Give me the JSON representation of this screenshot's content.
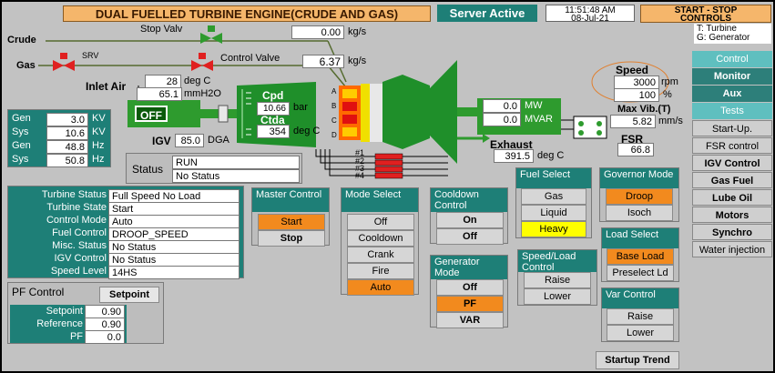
{
  "header": {
    "title": "DUAL FUELLED TURBINE ENGINE(CRUDE AND GAS)",
    "status": "Server Active",
    "time": "11:51:48 AM",
    "date": "08-Jul-21",
    "mode": "START - STOP CONTROLS",
    "legend_t": "T: Turbine",
    "legend_g": "G: Generator"
  },
  "diagram": {
    "crude_label": "Crude",
    "gas_label": "Gas",
    "stop_valve_label": "Stop Valv",
    "stop_valve_value": "0.00",
    "stop_valve_unit": "kg/s",
    "srv_label": "SRV",
    "control_valve_label": "Control Valve",
    "control_valve_value": "6.37",
    "control_valve_unit": "kg/s",
    "inlet_air_label": "Inlet Air",
    "inlet_temp_value": "28",
    "inlet_temp_unit": "deg C",
    "inlet_press_value": "65.1",
    "inlet_press_unit": "mmH2O",
    "cpd_label": "Cpd",
    "cpd_value": "10.66",
    "cpd_unit": "bar",
    "ctda_label": "Ctda",
    "ctda_value": "354",
    "ctda_unit": "deg C",
    "combustor_a": "A",
    "combustor_b": "B",
    "combustor_c": "C",
    "combustor_d": "D",
    "off_button": "OFF",
    "igv_label": "IGV",
    "igv_value": "85.0",
    "igv_unit": "DGA",
    "mw_value": "0.0",
    "mw_unit": "MW",
    "mvar_value": "0.0",
    "mvar_unit": "MVAR",
    "exhaust_label": "Exhaust",
    "exhaust_value": "391.5",
    "exhaust_unit": "deg C",
    "burner_1": "#1",
    "burner_2": "#2",
    "burner_3": "#3",
    "burner_4": "#4",
    "speed_label": "Speed",
    "speed_value": "3000",
    "speed_unit": "rpm",
    "speed_pct": "100",
    "speed_pct_unit": "%",
    "maxvib_label": "Max Vib.(T)",
    "maxvib_value": "5.82",
    "maxvib_unit": "mm/s",
    "fsr_label": "FSR",
    "fsr_value": "66.8"
  },
  "electrical": [
    {
      "label": "Gen",
      "value": "3.0",
      "unit": "KV"
    },
    {
      "label": "Sys",
      "value": "10.6",
      "unit": "KV"
    },
    {
      "label": "Gen",
      "value": "48.8",
      "unit": "Hz"
    },
    {
      "label": "Sys",
      "value": "50.8",
      "unit": "Hz"
    }
  ],
  "status_box": {
    "label": "Status",
    "line1": "RUN",
    "line2": "No Status"
  },
  "turbine_status": [
    {
      "label": "Turbine Status",
      "value": "Full Speed No Load"
    },
    {
      "label": "Turbine State",
      "value": "Start"
    },
    {
      "label": "Control Mode",
      "value": "Auto"
    },
    {
      "label": "Fuel Control",
      "value": "DROOP_SPEED"
    },
    {
      "label": "Misc. Status",
      "value": "No Status"
    },
    {
      "label": "IGV Control",
      "value": "No Status"
    },
    {
      "label": "Speed Level",
      "value": "14HS"
    }
  ],
  "pf_control": {
    "title": "PF Control",
    "setpoint_button": "Setpoint",
    "rows": [
      {
        "label": "Setpoint",
        "value": "0.90"
      },
      {
        "label": "Reference",
        "value": "0.90"
      },
      {
        "label": "PF",
        "value": "0.0"
      }
    ]
  },
  "master_control": {
    "title": "Master Control",
    "start": "Start",
    "stop": "Stop"
  },
  "mode_select": {
    "title": "Mode Select",
    "items": [
      "Off",
      "Cooldown",
      "Crank",
      "Fire",
      "Auto"
    ]
  },
  "cooldown_control": {
    "title": "Cooldown Control",
    "on": "On",
    "off": "Off"
  },
  "generator_mode": {
    "title": "Generator Mode",
    "items": [
      "Off",
      "PF",
      "VAR"
    ]
  },
  "fuel_select": {
    "title": "Fuel Select",
    "items": [
      "Gas",
      "Liquid",
      "Heavy"
    ]
  },
  "governor_mode": {
    "title": "Governor Mode",
    "items": [
      "Droop",
      "Isoch"
    ]
  },
  "speed_load_control": {
    "title": "Speed/Load Control",
    "raise": "Raise",
    "lower": "Lower"
  },
  "load_select": {
    "title": "Load Select",
    "items": [
      "Base Load",
      "Preselect Ld"
    ]
  },
  "var_control": {
    "title": "Var Control",
    "raise": "Raise",
    "lower": "Lower"
  },
  "startup_trend": "Startup Trend",
  "nav": [
    "Control",
    "Monitor",
    "Aux",
    "Tests",
    "Start-Up.",
    "FSR control",
    "IGV Control",
    "Gas Fuel",
    "Lube Oil",
    "Motors",
    "Synchro",
    "Water injection"
  ],
  "colors": {
    "background": "#c2c2c2",
    "teal": "#1e7f77",
    "orange": "#f28a1e",
    "green": "#2e9b2e",
    "yellow": "#ffff00"
  }
}
